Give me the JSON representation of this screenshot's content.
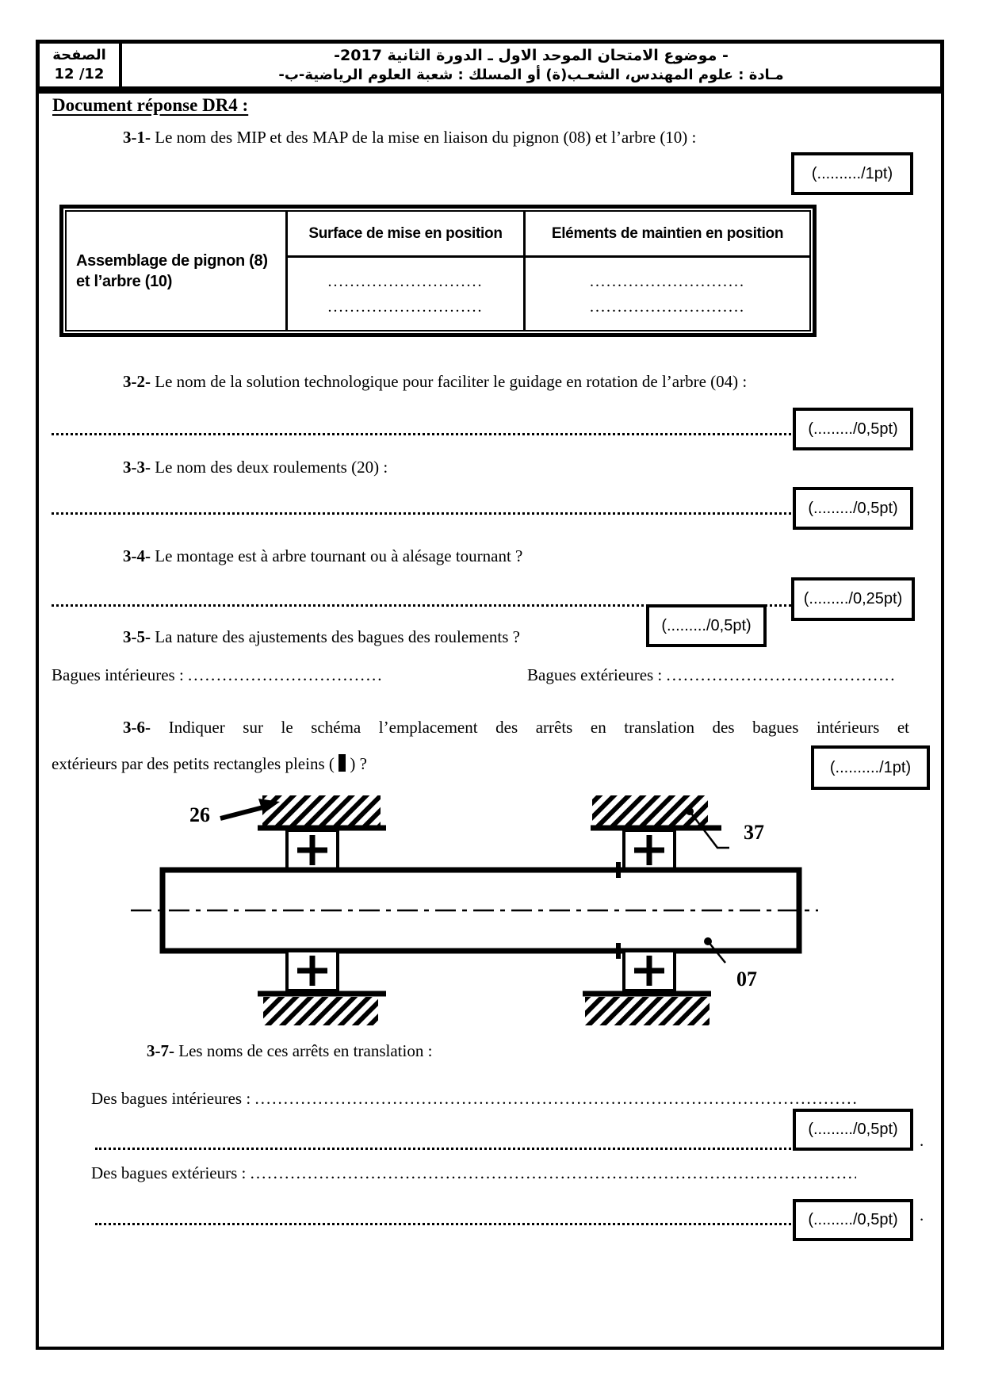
{
  "header": {
    "page_label": "الصفحة",
    "page_number": "12 /12",
    "title_line1": "- موضوع الامتحان الموحد الاول ـ الدورة الثانية 2017-",
    "title_line2": "مـادة : علوم المهندس، الشعـب(ة) أو المسلك : شعبة العلوم الرياضية-ب-"
  },
  "doc_title": "Document réponse DR4 :",
  "q31": {
    "num": "3-1-",
    "text": "Le nom des MIP et des MAP de la mise en liaison du pignon (08) et l’arbre (10) :",
    "points": "(........../1pt)"
  },
  "table": {
    "row_label_line1": "Assemblage de pignon (8)",
    "row_label_line2": "et l’arbre (10)",
    "col2_header": "Surface de mise en position",
    "col3_header": "Eléments de maintien en position",
    "dots": "............................"
  },
  "q32": {
    "num": "3-2-",
    "text": "Le nom de la solution technologique pour faciliter le guidage en rotation de l’arbre (04) :",
    "points": "(........./0,5pt)"
  },
  "q33": {
    "num": "3-3-",
    "text": "Le nom des deux roulements (20) :",
    "points": "(........./0,5pt)"
  },
  "q34": {
    "num": "3-4-",
    "text": "Le montage est à arbre tournant ou à alésage tournant ?",
    "points": "(........./0,25pt)"
  },
  "q35": {
    "num": "3-5-",
    "text": "La nature des ajustements des bagues des roulements ?",
    "points": "(........./0,5pt)",
    "int_label": "Bagues intérieures :",
    "int_dots": "..................................",
    "ext_label": "Bagues extérieures :",
    "ext_dots": "........................................"
  },
  "q36": {
    "num": "3-6-",
    "line1": "Indiquer sur le schéma l’emplacement des arrêts en translation des bagues intérieurs et",
    "line2_pre": "extérieurs par des petits rectangles pleins (",
    "line2_post": ")  ?",
    "points": "(........../1pt)"
  },
  "diagram": {
    "label_26": "26",
    "label_37": "37",
    "label_07": "07"
  },
  "q37": {
    "num": "3-7-",
    "text": "Les noms de ces arrêts en translation :",
    "int_label": "Des bagues intérieures :",
    "ext_label": "Des bagues extérieurs :",
    "dots": "........................................................................................................................",
    "points_a": "(........./0,5pt)",
    "points_b": "(........./0,5pt)",
    "period": "."
  }
}
